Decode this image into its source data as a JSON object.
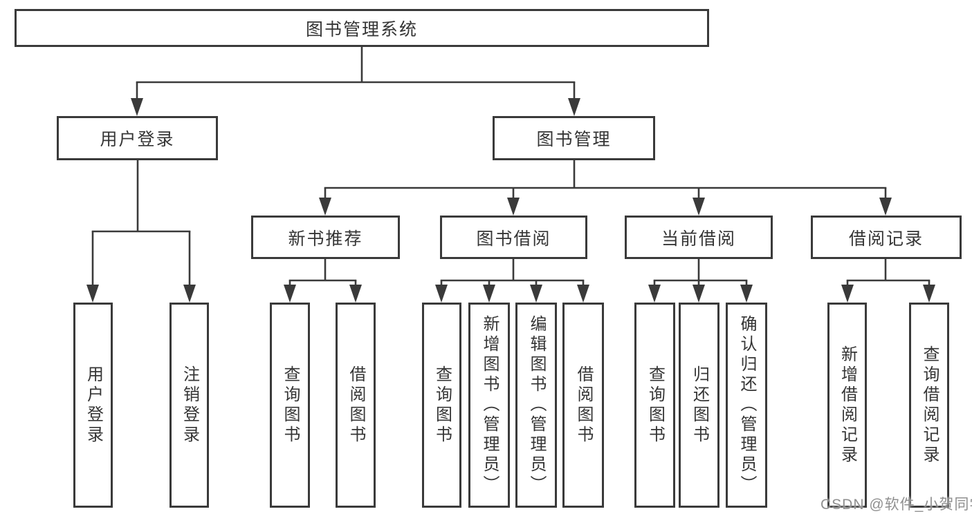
{
  "diagram": {
    "title": "图书管理系统",
    "root": {
      "label": "图书管理系统"
    },
    "branches": [
      {
        "label": "用户登录",
        "children": [
          {
            "label": "用户登录"
          },
          {
            "label": "注销登录"
          }
        ]
      },
      {
        "label": "图书管理",
        "children": [
          {
            "label": "新书推荐",
            "children": [
              {
                "label": "查询图书"
              },
              {
                "label": "借阅图书"
              }
            ]
          },
          {
            "label": "图书借阅",
            "children": [
              {
                "label": "查询图书"
              },
              {
                "label": "新增图书（管理员）"
              },
              {
                "label": "编辑图书（管理员）"
              },
              {
                "label": "借阅图书"
              }
            ]
          },
          {
            "label": "当前借阅",
            "children": [
              {
                "label": "查询图书"
              },
              {
                "label": "归还图书"
              },
              {
                "label": "确认归还（管理员）"
              }
            ]
          },
          {
            "label": "借阅记录",
            "children": [
              {
                "label": "新增借阅记录"
              },
              {
                "label": "查询借阅记录"
              }
            ]
          }
        ]
      }
    ],
    "watermark": "CSDN @软件_小贺同学",
    "colors": {
      "line": "#3a3a3a",
      "text": "#353535",
      "watermark": "#8f8f8f",
      "background": "#ffffff"
    }
  }
}
